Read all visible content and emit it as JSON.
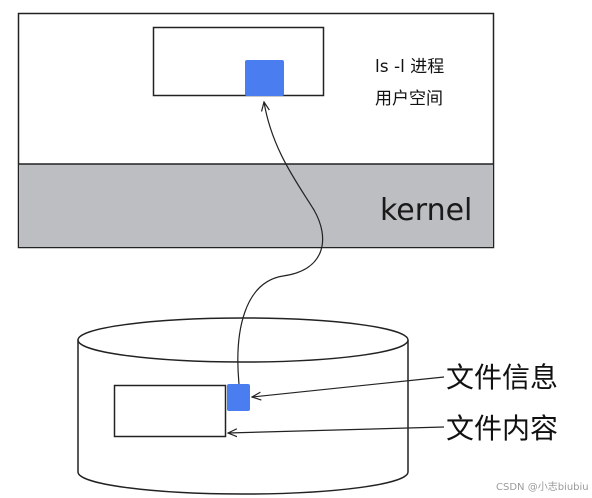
{
  "process": {
    "line1": "ls  -l 进程",
    "line2": "用户空间"
  },
  "kernel": {
    "label": "kernel"
  },
  "disk": {
    "file_info": "文件信息",
    "file_content": "文件内容"
  },
  "watermark": "CSDN @小志biubiu",
  "colors": {
    "kernel_fill": "#bcbec2",
    "block_blue": "#4a7ef0",
    "stroke": "#222222"
  }
}
